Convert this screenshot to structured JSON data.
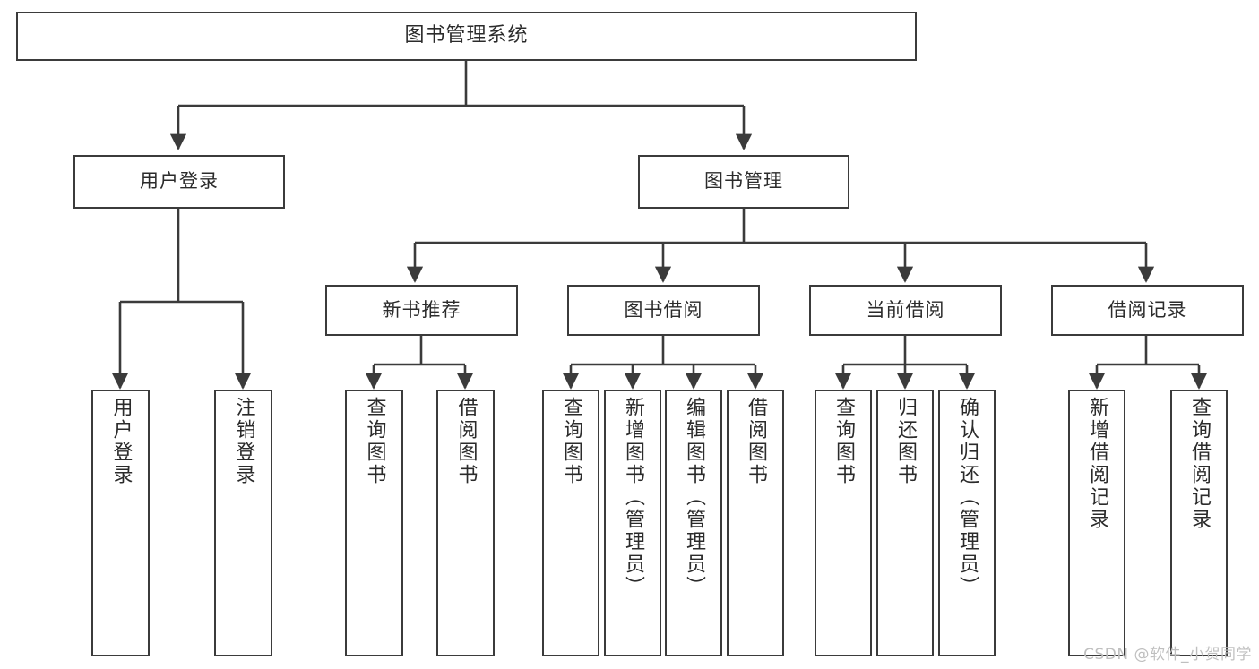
{
  "diagram": {
    "title": "图书管理系统",
    "type": "tree-structure-chart",
    "watermark": "CSDN @软件_小贺同学",
    "colors": {
      "stroke": "#3b3b3b",
      "fill": "#ffffff",
      "text": "#2b2b2b",
      "watermark": "#bfbfbf"
    },
    "nodes": {
      "root": {
        "label": "图书管理系统"
      },
      "level2": [
        {
          "label": "用户登录"
        },
        {
          "label": "图书管理"
        }
      ],
      "level3": [
        {
          "label": "新书推荐"
        },
        {
          "label": "图书借阅"
        },
        {
          "label": "当前借阅"
        },
        {
          "label": "借阅记录"
        }
      ],
      "leaves": {
        "user_login": [
          {
            "label": "用户登录"
          },
          {
            "label": "注销登录"
          }
        ],
        "new_book": [
          {
            "label": "查询图书"
          },
          {
            "label": "借阅图书"
          }
        ],
        "book_borrow": [
          {
            "label": "查询图书"
          },
          {
            "label": "新增图书（管理员）"
          },
          {
            "label": "编辑图书（管理员）"
          },
          {
            "label": "借阅图书"
          }
        ],
        "current_borrow": [
          {
            "label": "查询图书"
          },
          {
            "label": "归还图书"
          },
          {
            "label": "确认归还（管理员）"
          }
        ],
        "borrow_record": [
          {
            "label": "新增借阅记录"
          },
          {
            "label": "查询借阅记录"
          }
        ]
      }
    }
  }
}
